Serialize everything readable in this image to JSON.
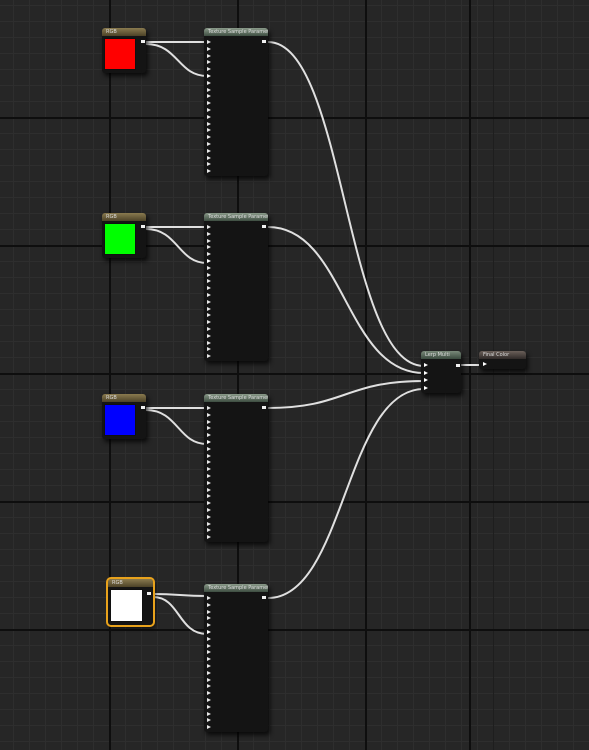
{
  "graph": {
    "background": "#262626",
    "wire_color": "#e0e0e0",
    "selection_color": "#e8a21c"
  },
  "nodes": {
    "const_red": {
      "title": "RGB",
      "color": "#ff0000"
    },
    "const_green": {
      "title": "RGB",
      "color": "#00ff00"
    },
    "const_blue": {
      "title": "RGB",
      "color": "#0000ff"
    },
    "const_white": {
      "title": "RGB",
      "color": "#ffffff",
      "selected": true
    },
    "texture_1": {
      "title": "Texture Sample Parameter"
    },
    "texture_2": {
      "title": "Texture Sample Parameter"
    },
    "texture_3": {
      "title": "Texture Sample Parameter"
    },
    "texture_4": {
      "title": "Texture Sample Parameter"
    },
    "combine": {
      "title": "Lerp Multi"
    },
    "output": {
      "title": "Final Color"
    }
  }
}
